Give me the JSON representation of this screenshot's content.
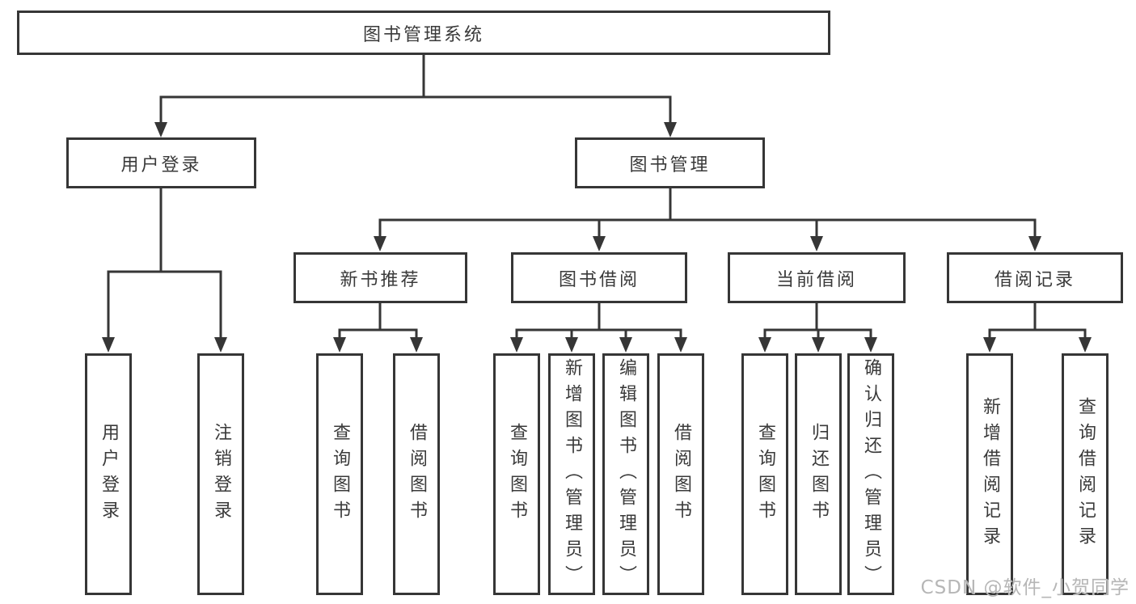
{
  "diagram": {
    "title": "图书管理系统",
    "root": {
      "label": "图书管理系统"
    },
    "branches": {
      "user_login": {
        "label": "用户登录",
        "children": [
          "用户登录",
          "注销登录"
        ]
      },
      "book_management": {
        "label": "图书管理",
        "children": {
          "new_books": {
            "label": "新书推荐",
            "children": [
              "查询图书",
              "借阅图书"
            ]
          },
          "book_borrow": {
            "label": "图书借阅",
            "children": [
              "查询图书",
              "新增图书（管理员）",
              "编辑图书（管理员）",
              "借阅图书"
            ]
          },
          "current_borrow": {
            "label": "当前借阅",
            "children": [
              "查询图书",
              "归还图书",
              "确认归还（管理员）"
            ]
          },
          "borrow_records": {
            "label": "借阅记录",
            "children": [
              "新增借阅记录",
              "查询借阅记录"
            ]
          }
        }
      }
    }
  },
  "watermark": {
    "text": "CSDN @软件_小贺同学"
  },
  "colors": {
    "line": "#363636",
    "text": "#3a3a3a",
    "background": "#ffffff",
    "watermark": "#b6b6b6"
  }
}
